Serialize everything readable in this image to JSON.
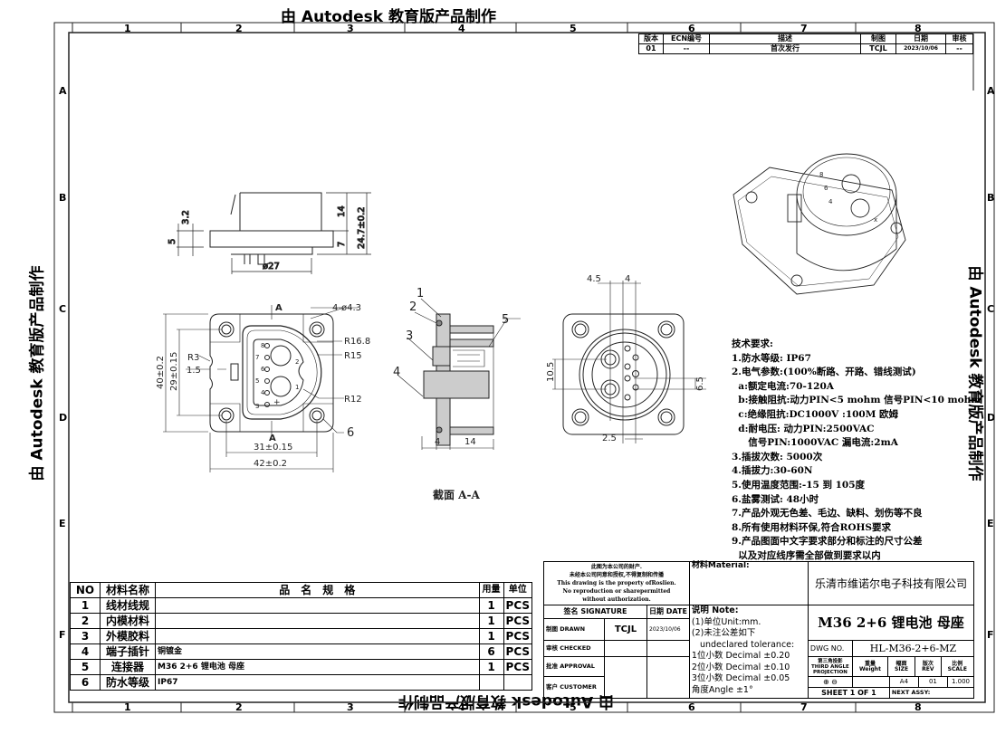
{
  "watermark": "由 Autodesk 教育版产品制作",
  "zones": {
    "columns": [
      "1",
      "2",
      "3",
      "4",
      "5",
      "6",
      "7",
      "8"
    ],
    "rows": [
      "A",
      "B",
      "C",
      "D",
      "E",
      "F"
    ],
    "left_extra": "B"
  },
  "revision": {
    "headers": [
      "版本",
      "ECN编号",
      "描述",
      "制图",
      "日期",
      "审核"
    ],
    "row": [
      "01",
      "--",
      "首次发行",
      "TCJL",
      "2023/10/06",
      "--"
    ]
  },
  "side_view": {
    "dims": [
      "3.2",
      "5",
      "14",
      "7",
      "24.7±0.2",
      "ø27"
    ]
  },
  "front_view": {
    "dims": [
      "A",
      "A",
      "4-ø4.3",
      "R16.8",
      "R15",
      "R3",
      "1.5",
      "R12",
      "40±0.2",
      "29±0.15",
      "31±0.15",
      "42±0.2"
    ],
    "pins": [
      "3",
      "4",
      "5",
      "6",
      "7",
      "8",
      "+",
      "−",
      "1",
      "2"
    ],
    "balloon": "6"
  },
  "section": {
    "balloons": [
      "1",
      "2",
      "3",
      "4",
      "5"
    ],
    "dims": [
      "4",
      "14"
    ],
    "label": "截面 A-A"
  },
  "rear_view": {
    "dims": [
      "4.5",
      "4",
      "10.5",
      "6.5",
      "2.5"
    ]
  },
  "tech": {
    "title": "技术要求:",
    "lines": [
      "1.防水等级: IP67",
      "2.电气参数:(100%断路、开路、错线测试)",
      "  a:额定电流:70-120A",
      "  b:接触阻抗:动力PIN<5 mohm 信号PIN<10 mohm",
      "  c:绝缘阻抗:DC1000V :100M 欧姆",
      "  d:耐电压: 动力PIN:2500VAC",
      "     信号PIN:1000VAC 漏电流:2mA",
      "3.插拔次数: 5000次",
      "4.插拔力:30-60N",
      "5.使用温度范围:-15 到 105度",
      "6.盐雾测试: 48小时",
      "7.产品外观无色差、毛边、缺料、划伤等不良",
      "8.所有使用材料环保,符合ROHS要求",
      "9.产品图面中文字要求部分和标注的尺寸公差",
      "  以及对应线序需全部做到要求以内"
    ]
  },
  "bom": {
    "headers": [
      "NO",
      "材料名称",
      "品　名　规　格",
      "用量",
      "单位"
    ],
    "rows": [
      [
        "1",
        "线材线规",
        "",
        "1",
        "PCS"
      ],
      [
        "2",
        "内模材料",
        "",
        "1",
        "PCS"
      ],
      [
        "3",
        "外模胶料",
        "",
        "1",
        "PCS"
      ],
      [
        "4",
        "端子插针",
        "铜镀金",
        "6",
        "PCS"
      ],
      [
        "5",
        "连接器",
        "M36 2+6 锂电池 母座",
        "1",
        "PCS"
      ],
      [
        "6",
        "防水等级",
        "IP67",
        "",
        ""
      ]
    ]
  },
  "title_block": {
    "notice": [
      "此图为本公司的财产.",
      "未经本公司同意和授权,不得复制和传播",
      "This drawing is the property ofRoslien.",
      "No reproduction or sharepermitted",
      "without authorization."
    ],
    "material_label": "材料Material:",
    "company": "乐清市维诺尔电子科技有限公司",
    "signature_label": "签名 SIGNATURE",
    "date_label": "日期 DATE",
    "drawn_label": "制图 DRAWN",
    "drawn_name": "TCJL",
    "drawn_date": "2023/10/06",
    "checked_label": "审核 CHECKED",
    "approval_label": "批准 APPROVAL",
    "customer_label": "客户 CUSTOMER",
    "note_label": "说明 Note:",
    "notes": [
      "(1)单位Unit:mm.",
      "(2)未注公差如下",
      "   undeclared tolerance:",
      "1位小数 Decimal ±0.20",
      "2位小数 Decimal ±0.10",
      "3位小数 Decimal ±0.05",
      "角度Angle ±1°"
    ],
    "title": "M36 2+6 锂电池 母座",
    "dwg_label": "DWG NO.",
    "dwg_no": "HL-M36-2+6-MZ",
    "proj_label": "第三角投影 THIRD ANGLE PROJECTION",
    "weight_label": "重量 Weight",
    "size_label": "幅面 SIZE",
    "rev_label": "版次 REV",
    "scale_label": "比例 SCALE",
    "proj_symbol": "⊕ ⊖",
    "weight": "",
    "size": "A4",
    "rev": "01",
    "scale": "1.000",
    "sheet": "SHEET 1 OF 1",
    "next_assy": "NEXT ASSY:"
  }
}
